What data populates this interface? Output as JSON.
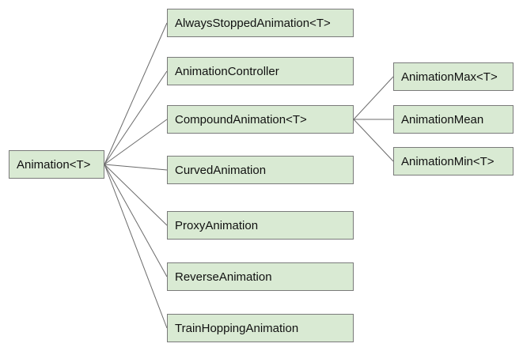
{
  "nodes": {
    "root": "Animation<T>",
    "always_stopped": "AlwaysStoppedAnimation<T>",
    "controller": "AnimationController",
    "compound": "CompoundAnimation<T>",
    "curved": "CurvedAnimation",
    "proxy": "ProxyAnimation",
    "reverse": "ReverseAnimation",
    "train_hopping": "TrainHoppingAnimation",
    "max": "AnimationMax<T>",
    "mean": "AnimationMean",
    "min": "AnimationMin<T>"
  },
  "edges": [
    [
      "root",
      "always_stopped"
    ],
    [
      "root",
      "controller"
    ],
    [
      "root",
      "compound"
    ],
    [
      "root",
      "curved"
    ],
    [
      "root",
      "proxy"
    ],
    [
      "root",
      "reverse"
    ],
    [
      "root",
      "train_hopping"
    ],
    [
      "compound",
      "max"
    ],
    [
      "compound",
      "mean"
    ],
    [
      "compound",
      "min"
    ]
  ],
  "colors": {
    "node_fill": "#d9ead3",
    "node_border": "#7a7a7a",
    "edge": "#6b6b6b"
  }
}
